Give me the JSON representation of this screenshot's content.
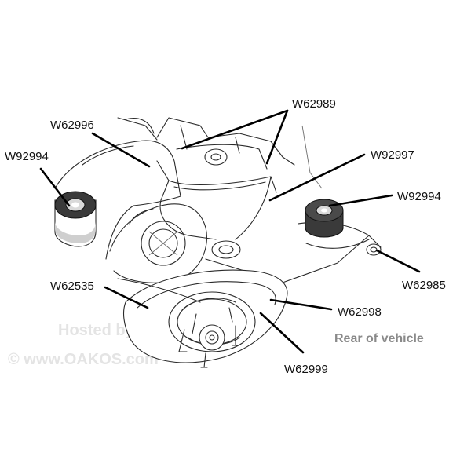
{
  "diagram": {
    "caption": "Rear of vehicle",
    "watermark": {
      "line1": "Hosted by",
      "line2": "© www.OAKOS.com"
    },
    "labels": [
      {
        "id": "w92994-left",
        "text": "W92994"
      },
      {
        "id": "w62996",
        "text": "W62996"
      },
      {
        "id": "w62989",
        "text": "W62989"
      },
      {
        "id": "w92997",
        "text": "W92997"
      },
      {
        "id": "w92994-right",
        "text": "W92994"
      },
      {
        "id": "w62985",
        "text": "W62985"
      },
      {
        "id": "w62535",
        "text": "W62535"
      },
      {
        "id": "w62998",
        "text": "W62998"
      },
      {
        "id": "w62999",
        "text": "W62999"
      }
    ],
    "colors": {
      "line_art": "#2a2a2a",
      "bushing_dark": "#3a3a3a",
      "caption": "#8a8a8a",
      "watermark": "#e4e4e4"
    }
  }
}
